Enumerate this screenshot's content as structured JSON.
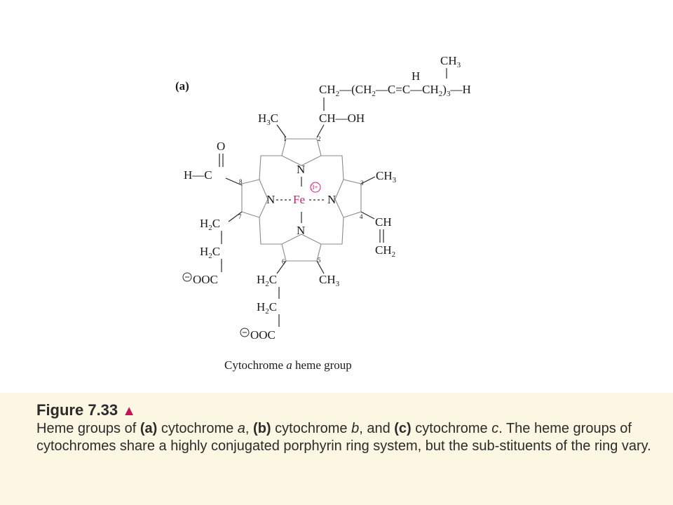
{
  "diagram": {
    "panel_label": "(a)",
    "caption": "Cytochrome a heme group",
    "caption_parts": {
      "pre": "Cytochrome ",
      "italic": "a",
      "post": " heme group"
    },
    "iron": {
      "symbol": "Fe",
      "charge": "3+"
    },
    "nitrogen": "N",
    "side_chain": {
      "ch3_top": "CH3",
      "h_vinyl": "H",
      "chain": "CH2—(CH2—C=C—CH2)3—H",
      "choh": "CH—OH"
    },
    "substituents": {
      "h3c_top": "H3C",
      "formyl_o": "O",
      "formyl_h": "H—C",
      "ch3_right": "CH3",
      "vinyl_ch": "CH",
      "vinyl_ch2": "CH2",
      "ch3_bottom": "CH3",
      "left_chain": [
        "H2C",
        "H2C",
        "OOC"
      ],
      "bottom_chain": [
        "H2C",
        "H2C",
        "OOC"
      ]
    },
    "position_numbers": [
      "1",
      "2",
      "3",
      "4",
      "5",
      "6",
      "7",
      "8"
    ]
  },
  "figure": {
    "title": "Figure 7.33",
    "title_marker": "▲",
    "text": {
      "p1": "Heme groups of ",
      "a": "(a)",
      "p2": " cytochrome ",
      "ia": "a",
      "p3": ", ",
      "b": "(b)",
      "p4": " cytochrome ",
      "ib": "b",
      "p5": ", and ",
      "c": "(c)",
      "p6": " cytochrome ",
      "ic": "c",
      "p7": ". The heme groups of cytochromes share a highly conjugated porphyrin ring system, but the sub-stituents of the ring vary."
    }
  }
}
